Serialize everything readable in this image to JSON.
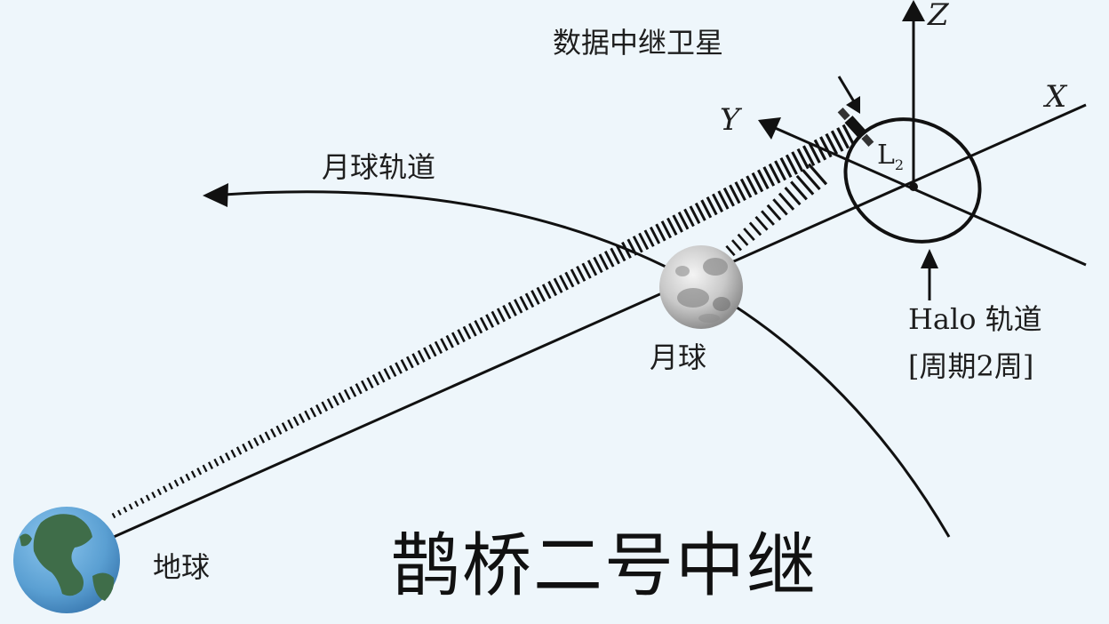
{
  "labels": {
    "relay_satellite": "数据中继卫星",
    "moon_orbit": "月球轨道",
    "moon": "月球",
    "earth": "地球",
    "halo_orbit": "Halo 轨道",
    "halo_period": "[周期2周]",
    "lagrange_point": "L",
    "lagrange_subscript": "2",
    "axis_x": "X",
    "axis_y": "Y",
    "axis_z": "Z",
    "caption": "鹊桥二号中继"
  },
  "colors": {
    "background": "#eef6fb",
    "line": "#111111",
    "ocean": "#5a9fd2",
    "land": "#3f6d49",
    "moon": "#c9c9c9",
    "moon_crater": "#8c8c8c"
  },
  "icons": [
    "earth-icon",
    "moon-icon",
    "relay-satellite-icon"
  ]
}
